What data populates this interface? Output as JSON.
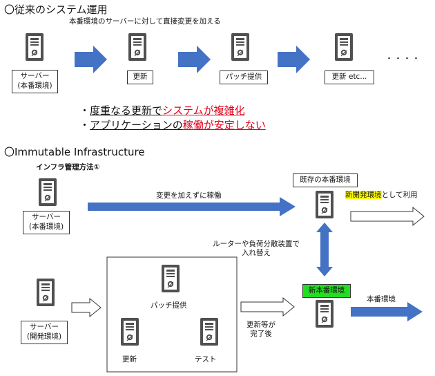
{
  "section1": {
    "title": "〇従来のシステム運用",
    "caption": "本番環境のサーバーに対して直接変更を加える",
    "server_label_line1": "サーバー",
    "server_label_line2": "(本番環境)",
    "step1_label": "更新",
    "step2_label": "パッチ提供",
    "step3_label": "更新 etc...",
    "ellipsis": "・・・・",
    "bullet1_prefix": "・",
    "bullet1_plain": "度重なる更新で",
    "bullet1_red": "システムが複雑化",
    "bullet2_prefix": "・",
    "bullet2_plain": "アプリケーションの",
    "bullet2_red": "稼働が安定しない"
  },
  "section2": {
    "title": "〇Immutable Infrastructure",
    "subtitle": "インフラ管理方法①",
    "prod_server_label_line1": "サーバー",
    "prod_server_label_line2": "(本番環境)",
    "flow_label": "変更を加えずに稼働",
    "existing_prod_label": "既存の本番環境",
    "new_dev_highlight": "新開発環境",
    "new_dev_suffix": "として利用",
    "switch_label_line1": "ルーターや負荷分散装置で",
    "switch_label_line2": "入れ替え",
    "dev_server_label_line1": "サーバー",
    "dev_server_label_line2": "(開発環境)",
    "patch_label": "パッチ提供",
    "update_label": "更新",
    "test_label": "テスト",
    "after_update_line1": "更新等が",
    "after_update_line2": "完了後",
    "new_prod_label": "新本番環境",
    "prod_env_label": "本番環境"
  },
  "colors": {
    "arrow_blue": "#4472c4",
    "server_gray": "#505050",
    "highlight_yellow": "#ffff00",
    "highlight_green": "#22dd22",
    "emphasis_red": "#e0001a"
  },
  "icons": [
    "server-icon",
    "arrow-right-icon",
    "double-arrow-vertical-icon",
    "hollow-arrow-right-icon"
  ]
}
